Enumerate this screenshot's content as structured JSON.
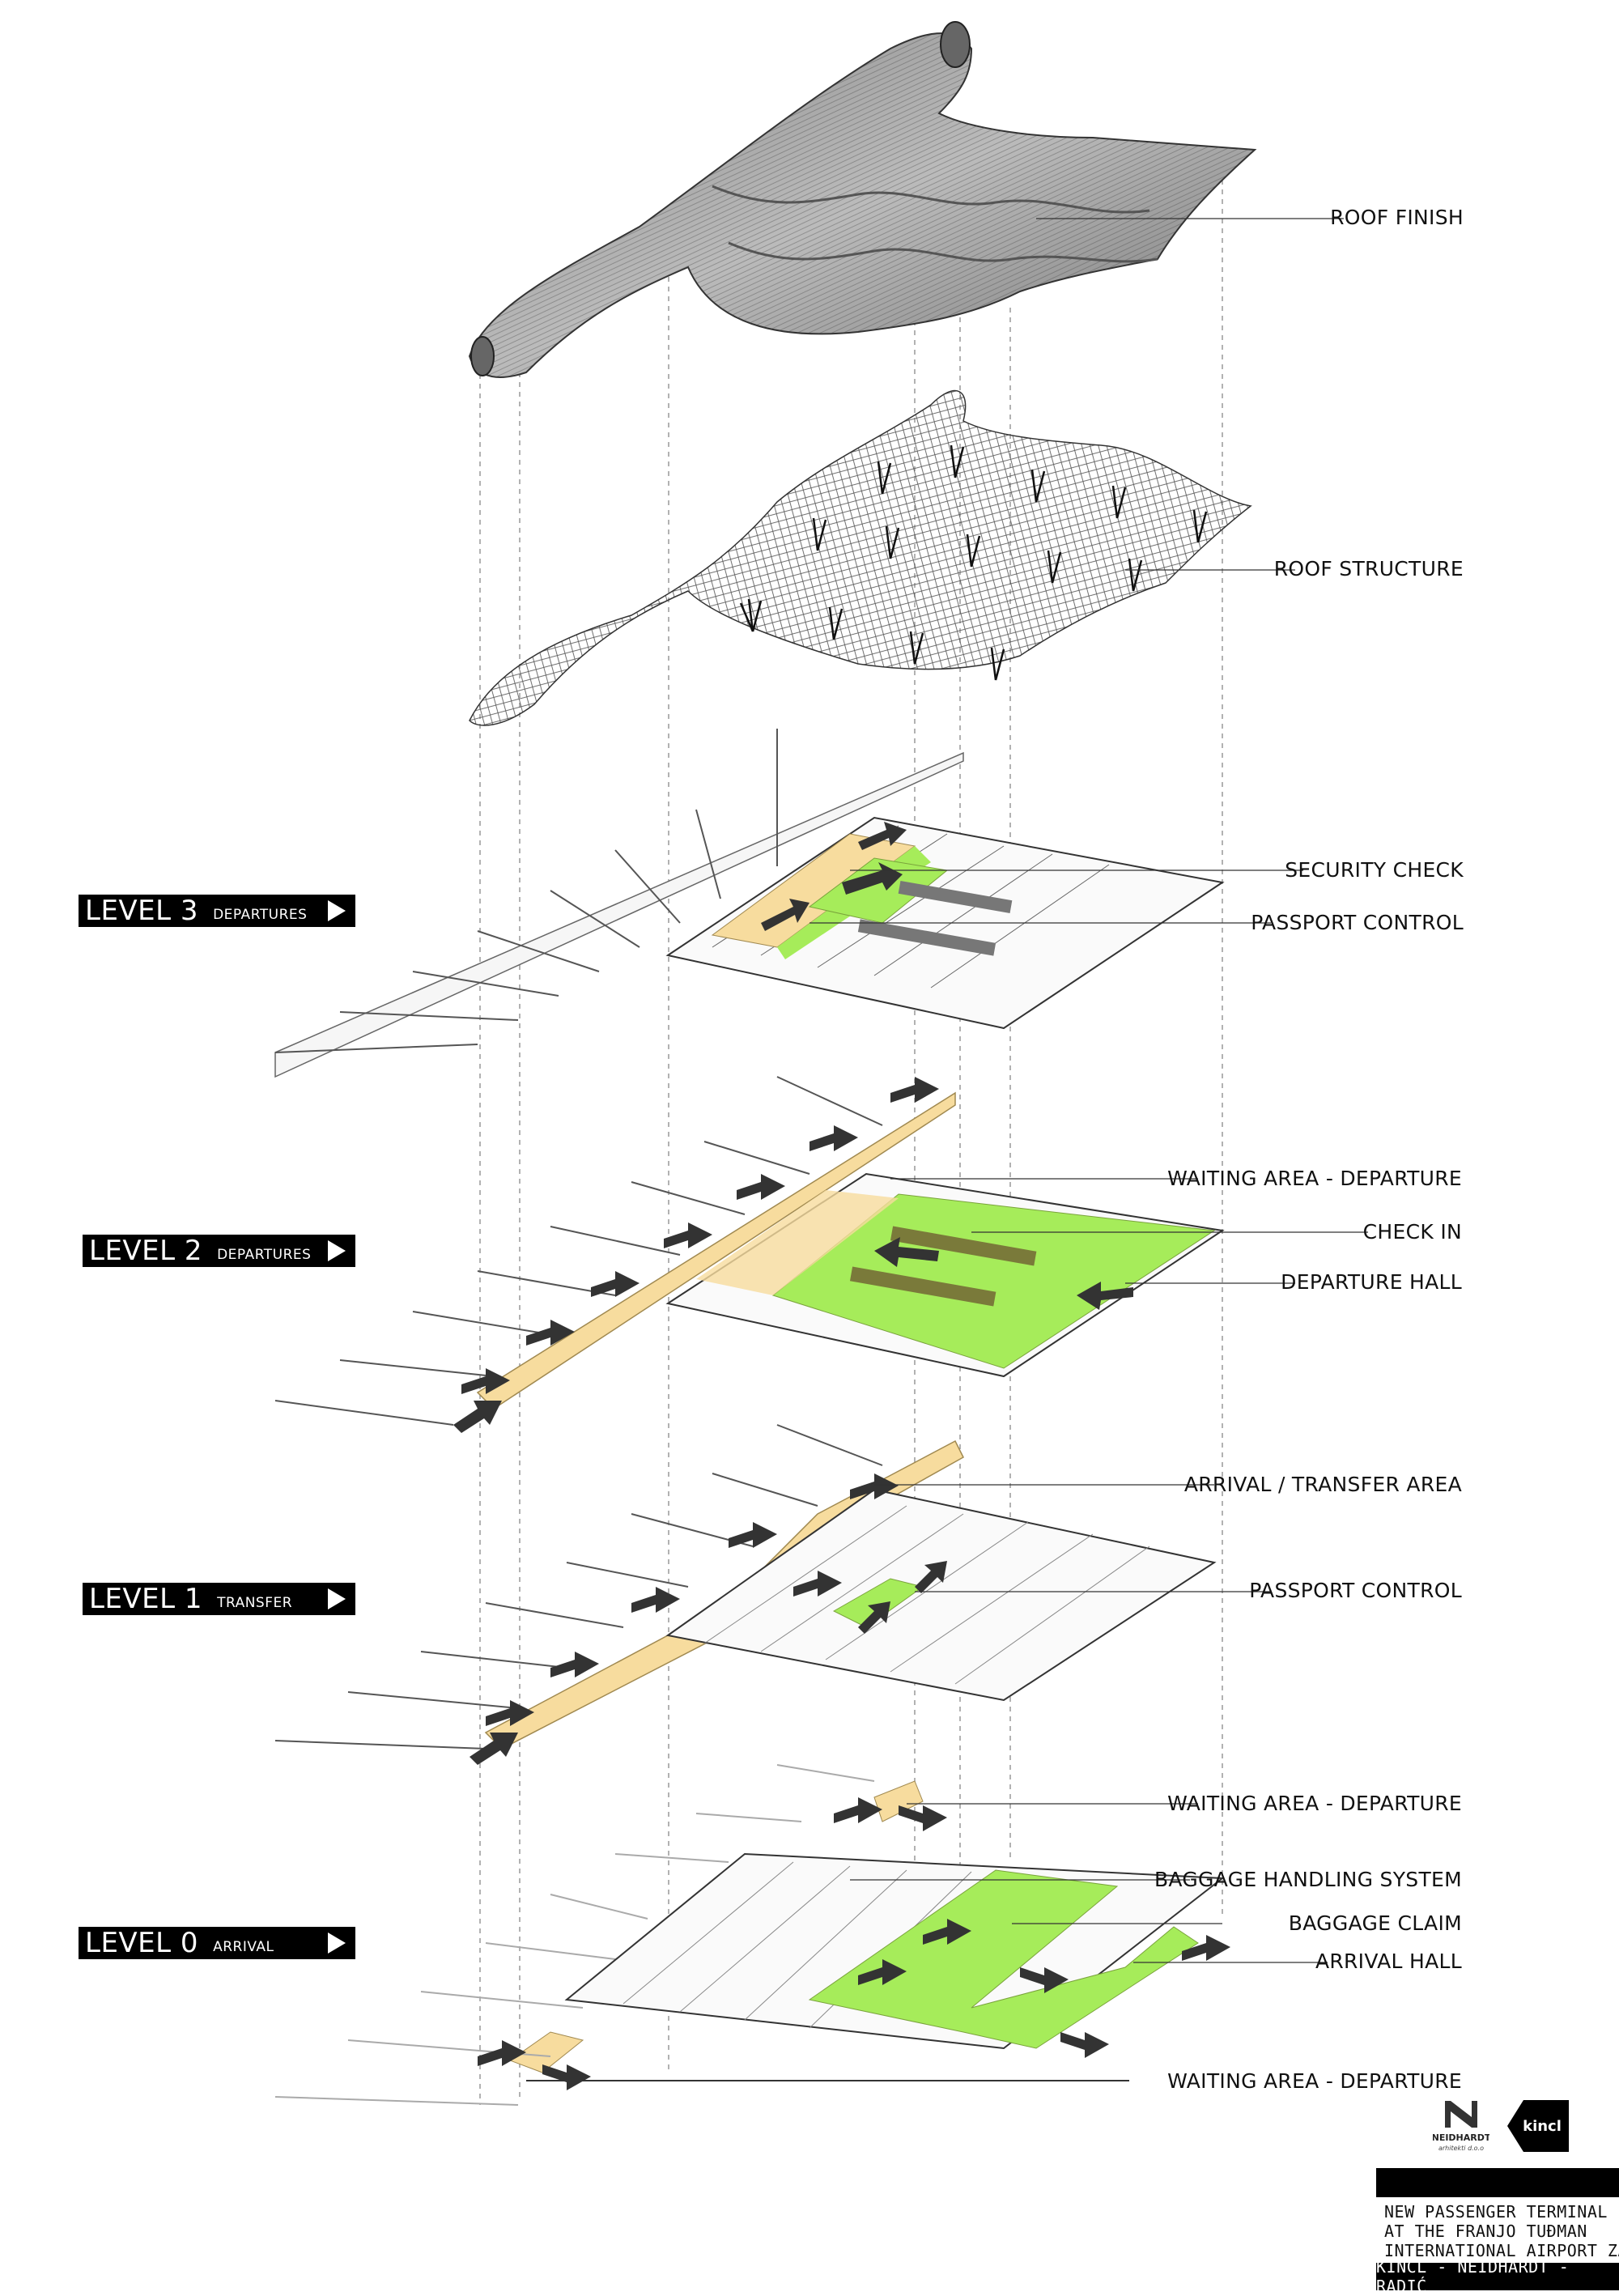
{
  "levels": [
    {
      "name": "LEVEL 3",
      "sub": "DEPARTURES"
    },
    {
      "name": "LEVEL 2",
      "sub": "DEPARTURES"
    },
    {
      "name": "LEVEL 1",
      "sub": "TRANSFER"
    },
    {
      "name": "LEVEL 0",
      "sub": "ARRIVAL"
    }
  ],
  "callouts": {
    "roof_finish": "ROOF FINISH",
    "roof_structure": "ROOF STRUCTURE",
    "security_check": "SECURITY CHECK",
    "passport_control_l3": "PASSPORT CONTROL",
    "waiting_area_l2": "WAITING AREA - DEPARTURE",
    "check_in": "CHECK IN",
    "departure_hall": "DEPARTURE HALL",
    "arrival_transfer": "ARRIVAL / TRANSFER AREA",
    "passport_control_l1": "PASSPORT CONTROL",
    "waiting_area_l0a": "WAITING AREA - DEPARTURE",
    "baggage_handling": "BAGGAGE HANDLING SYSTEM",
    "baggage_claim": "BAGGAGE CLAIM",
    "arrival_hall": "ARRIVAL HALL",
    "waiting_area_l0b": "WAITING AREA - DEPARTURE"
  },
  "credits": {
    "logo_n": "NEIDHARDT",
    "logo_n_sub": "arhitekti d.o.o",
    "logo_k": "kincl",
    "lines": [
      "NEW PASSENGER TERMINAL",
      "AT THE FRANJO TUĐMAN",
      "INTERNATIONAL AIRPORT ZAGREB"
    ],
    "architects": "KINCL - NEIDHARDT - RADIĆ"
  },
  "colors": {
    "green": "#a6ec5a",
    "tan": "#f7dc9e",
    "arrow": "#333333"
  }
}
